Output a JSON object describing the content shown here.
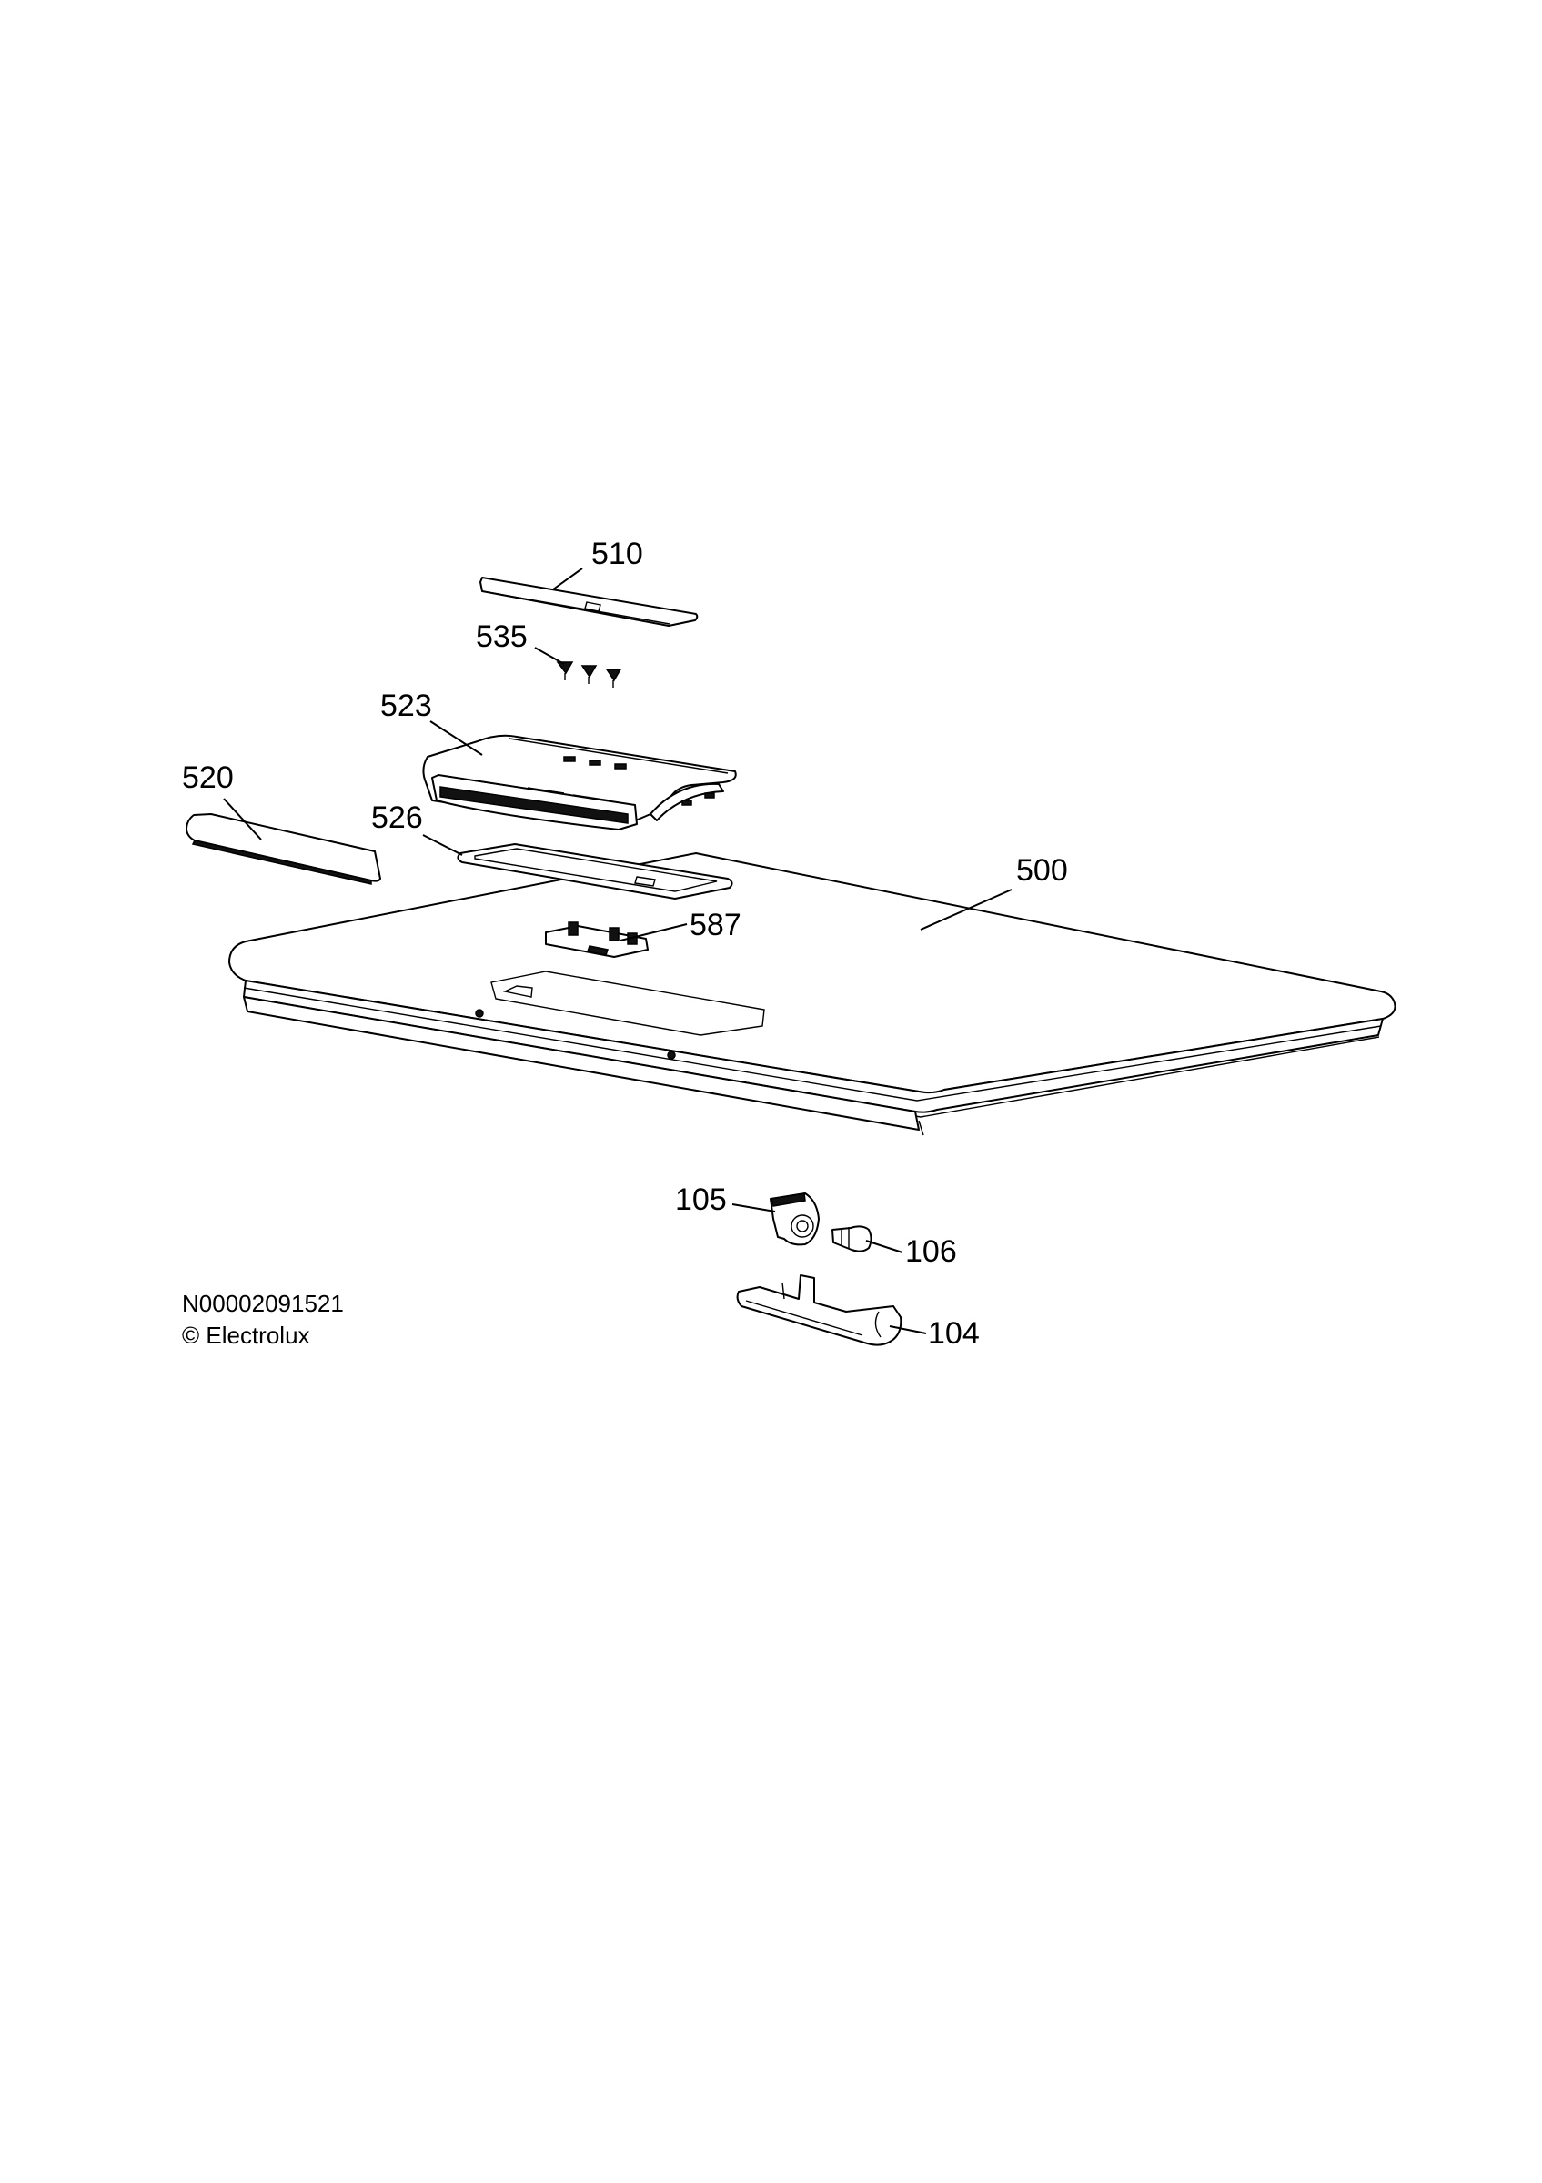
{
  "callouts": {
    "c510": "510",
    "c535": "535",
    "c523": "523",
    "c520": "520",
    "c526": "526",
    "c500": "500",
    "c587": "587",
    "c105": "105",
    "c106": "106",
    "c104": "104"
  },
  "footer": {
    "doc_id": "N00002091521",
    "copyright": "© Electrolux"
  }
}
